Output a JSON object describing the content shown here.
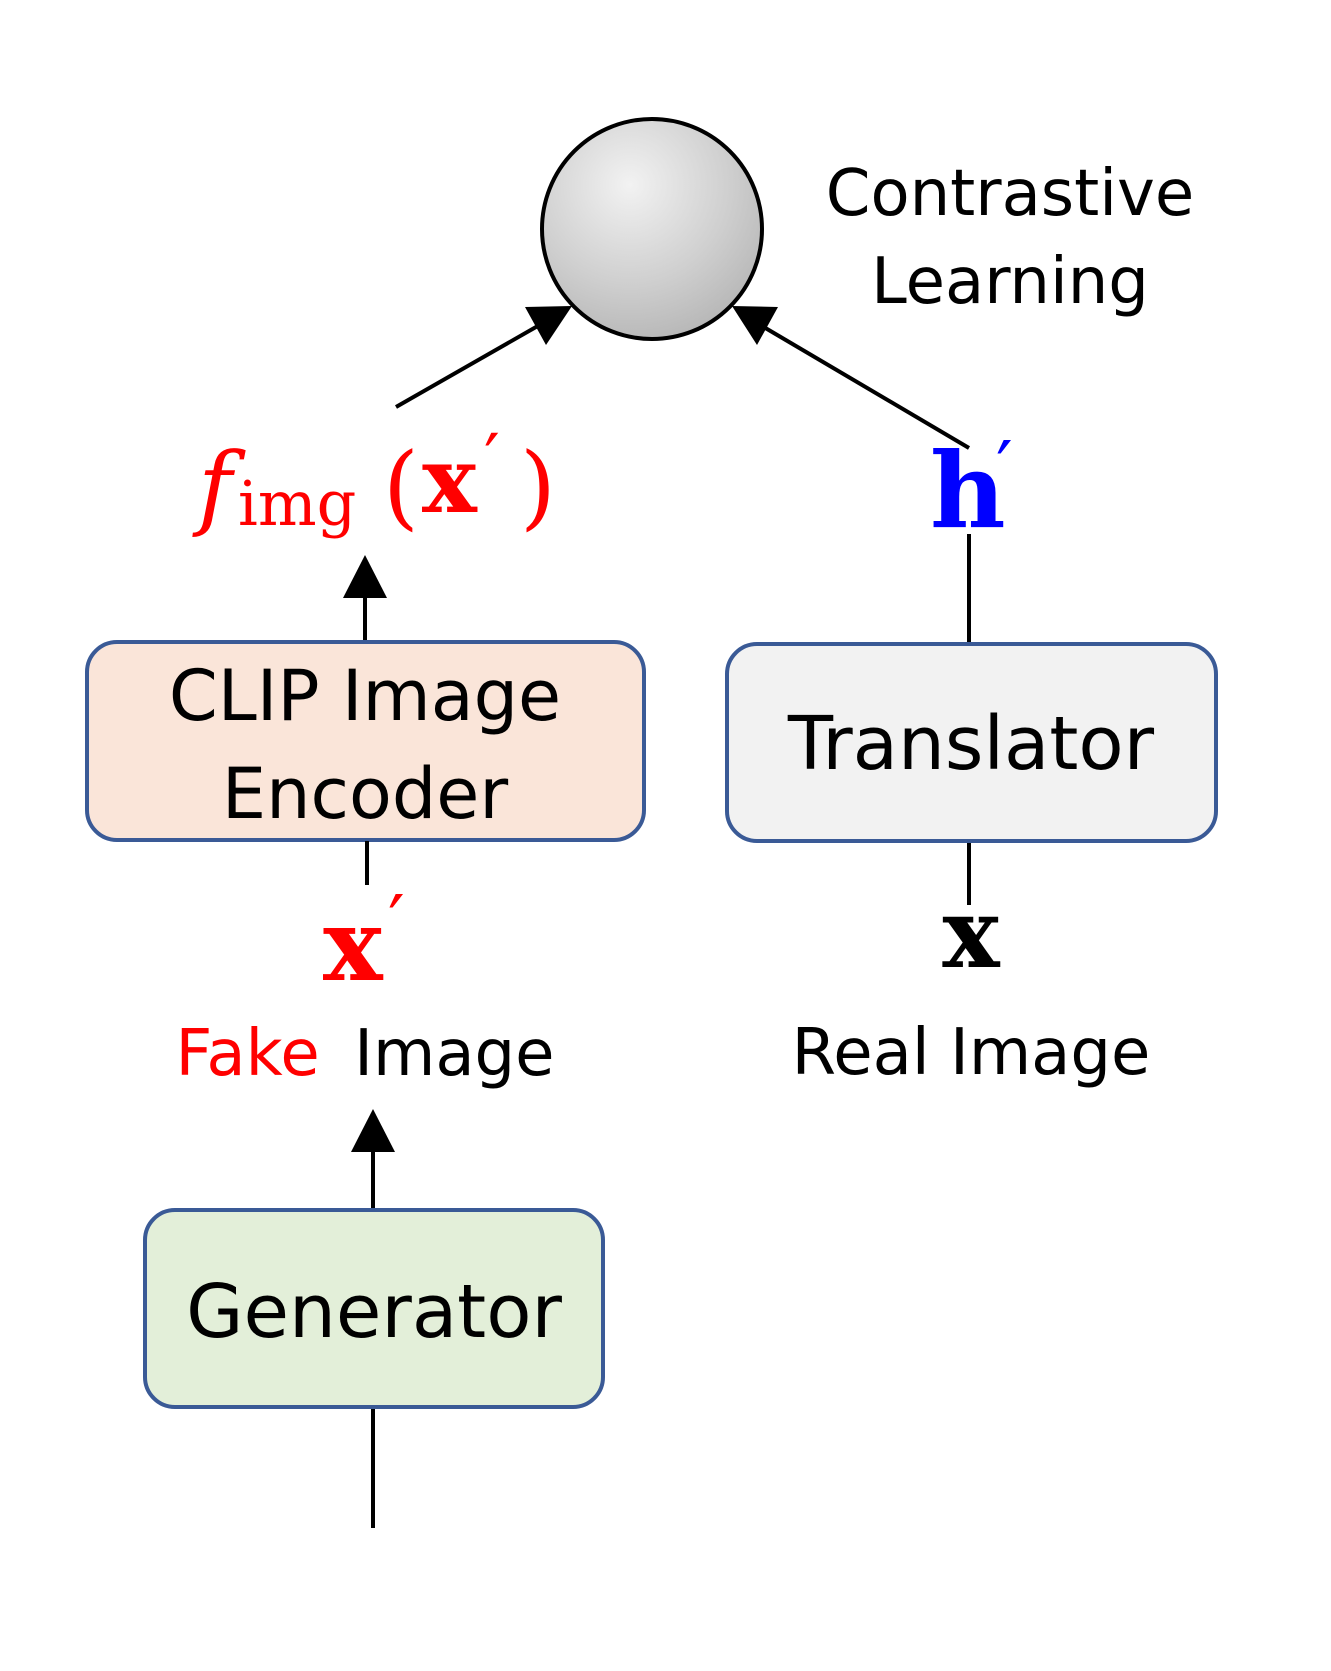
{
  "nodes": {
    "contrastive": {
      "line1": "Contrastive",
      "line2": "Learning"
    },
    "clip_encoder": {
      "line1": "CLIP Image",
      "line2": "Encoder",
      "fill": "#fae5d9",
      "stroke": "#3a5a96"
    },
    "translator": {
      "label": "Translator",
      "fill": "#f2f2f2",
      "stroke": "#3a5a96"
    },
    "generator": {
      "label": "Generator",
      "fill": "#e3efd9",
      "stroke": "#3a5a96"
    }
  },
  "labels": {
    "f_img": {
      "f": "f",
      "sub": "img",
      "open": "(",
      "x": "x",
      "prime": "′",
      "close": ")"
    },
    "h_prime": {
      "h": "h",
      "prime": "′"
    },
    "x_prime": {
      "x": "x",
      "prime": "′"
    },
    "x": "x",
    "fake_image": {
      "fake": "Fake",
      "image": "Image"
    },
    "real_image": "Real Image"
  },
  "colors": {
    "fake_red": "#ff0000",
    "h_blue": "#0000ff",
    "line": "#000000"
  }
}
